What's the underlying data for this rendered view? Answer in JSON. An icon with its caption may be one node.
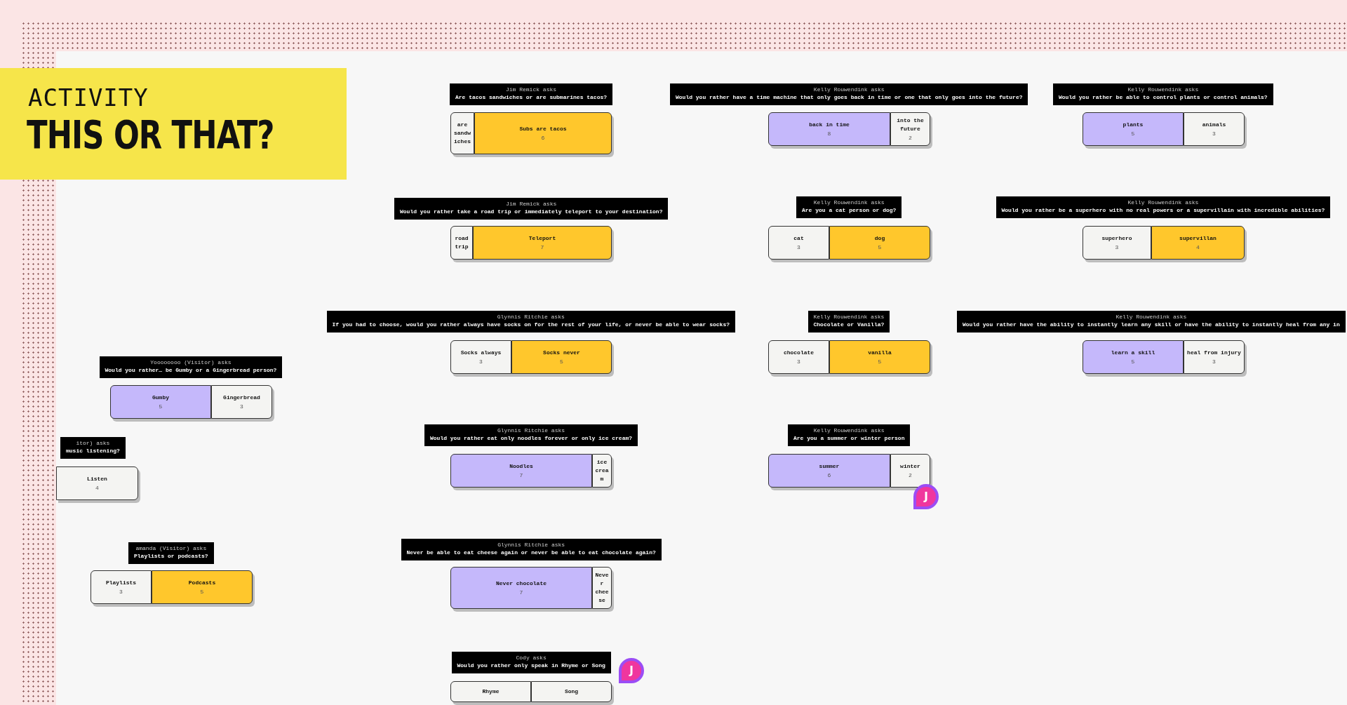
{
  "diagram": {
    "title": "THIS OR THAT?",
    "nodes": [
      {
        "text": [
          "Yoooooooo (Visitor) asks",
          "Would you rather… be Gumby or a Gingerbread person?"
        ]
      },
      {
        "text": [
          "Gumby",
          "5"
        ]
      },
      {
        "text": [
          "Gingerbread",
          "3"
        ]
      },
      {
        "text": [
          "itor) asks",
          "music listening?"
        ]
      },
      {
        "text": [
          "Listen",
          "4"
        ]
      },
      {
        "text": [
          "amanda (Visitor) asks",
          "Playlists or podcasts?"
        ]
      },
      {
        "text": [
          "Playlists",
          "3"
        ]
      },
      {
        "text": [
          "Podcasts",
          "5"
        ]
      },
      {
        "text": [
          "Jim Remick asks",
          "Are tacos sandwiches or are submarines tacos?"
        ]
      },
      {
        "text": [
          "are sandwiches"
        ]
      },
      {
        "text": [
          "Subs are tacos",
          "6"
        ]
      },
      {
        "text": [
          "Jim Remick asks",
          "Would you rather take a road trip or immediately teleport to your destination?"
        ]
      },
      {
        "text": [
          "road trip"
        ]
      },
      {
        "text": [
          "Teleport",
          "7"
        ]
      },
      {
        "text": [
          "Glynnis Ritchie asks",
          "If you had to choose, would you rather always have socks on for the rest of your life, or never be able to wear socks?"
        ]
      },
      {
        "text": [
          "Socks always",
          "3"
        ]
      },
      {
        "text": [
          "Socks never",
          "5"
        ]
      },
      {
        "text": [
          "Glynnis Ritchie asks",
          "Would you rather eat only noodles forever or only ice cream?"
        ]
      },
      {
        "text": [
          "Noodles",
          "7"
        ]
      },
      {
        "text": [
          "ice cream"
        ]
      },
      {
        "text": [
          "Glynnis Ritchie asks",
          "Never be able to eat cheese again or never be able to eat chocolate again?"
        ]
      },
      {
        "text": [
          "Never chocolate",
          "7"
        ]
      },
      {
        "text": [
          "Never cheese"
        ]
      },
      {
        "text": [
          "Cody asks",
          "Would you rather only speak in Rhyme or Song"
        ]
      },
      {
        "text": [
          "Rhyme"
        ]
      },
      {
        "text": [
          "Song"
        ]
      },
      {
        "text": [
          "J"
        ]
      },
      {
        "text": [
          "Kelly Rouwendink asks",
          "Would you rather have a time machine that only goes back in time or one that only goes into the future?"
        ]
      },
      {
        "text": [
          "back in time",
          "8"
        ]
      },
      {
        "text": [
          "into the future",
          "2"
        ]
      },
      {
        "text": [
          "Kelly Rouwendink asks",
          "Are you a cat person or dog?"
        ]
      },
      {
        "text": [
          "cat",
          "3"
        ]
      },
      {
        "text": [
          "dog",
          "5"
        ]
      },
      {
        "text": [
          "Kelly Rouwendink asks",
          "Chocolate or Vanilla?"
        ]
      },
      {
        "text": [
          "chocolate",
          "3"
        ]
      },
      {
        "text": [
          "vanilla",
          "5"
        ]
      },
      {
        "text": [
          "Kelly Rouwendink asks",
          "Are you a summer or winter person"
        ]
      },
      {
        "text": [
          "summer",
          "6"
        ]
      },
      {
        "text": [
          "winter",
          "2"
        ]
      },
      {
        "text": [
          "J"
        ]
      },
      {
        "text": [
          "Kelly Rouwendink asks",
          "Would you rather be able to control plants or control animals?"
        ]
      },
      {
        "text": [
          "plants",
          "5"
        ]
      },
      {
        "text": [
          "animals",
          "3"
        ]
      },
      {
        "text": [
          "Kelly Rouwendink asks",
          "Would you rather be a superhero with no real powers or a supervillain with incredible abilities?"
        ]
      },
      {
        "text": [
          "superhero",
          "3"
        ]
      },
      {
        "text": [
          "supervillan",
          "4"
        ]
      },
      {
        "text": [
          "Kelly Rouwendink asks",
          "Would you rather have the ability to instantly learn any skill or have the ability to instantly heal from any in"
        ]
      },
      {
        "text": [
          "learn a skill",
          "5"
        ]
      },
      {
        "text": [
          "heal from injury",
          "3"
        ]
      }
    ],
    "labels": [
      "ACTIVITY"
    ]
  }
}
